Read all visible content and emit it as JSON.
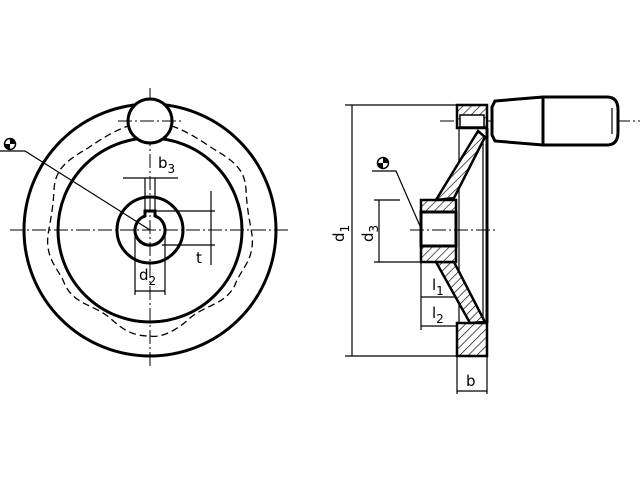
{
  "drawing": {
    "title": "Handwheel technical drawing",
    "front_view": {
      "keyway_width": {
        "main": "b",
        "sub": "3"
      },
      "bore_diameter": {
        "main": "d",
        "sub": "2"
      },
      "keyway_depth": {
        "main": "t"
      }
    },
    "side_view": {
      "outer_diameter": {
        "main": "d",
        "sub": "1"
      },
      "hub_diameter": {
        "main": "d",
        "sub": "3"
      },
      "hub_length_1": {
        "main": "l",
        "sub": "1"
      },
      "hub_length_2": {
        "main": "l",
        "sub": "2"
      },
      "rim_width": {
        "main": "b"
      }
    },
    "color": "#000000"
  }
}
